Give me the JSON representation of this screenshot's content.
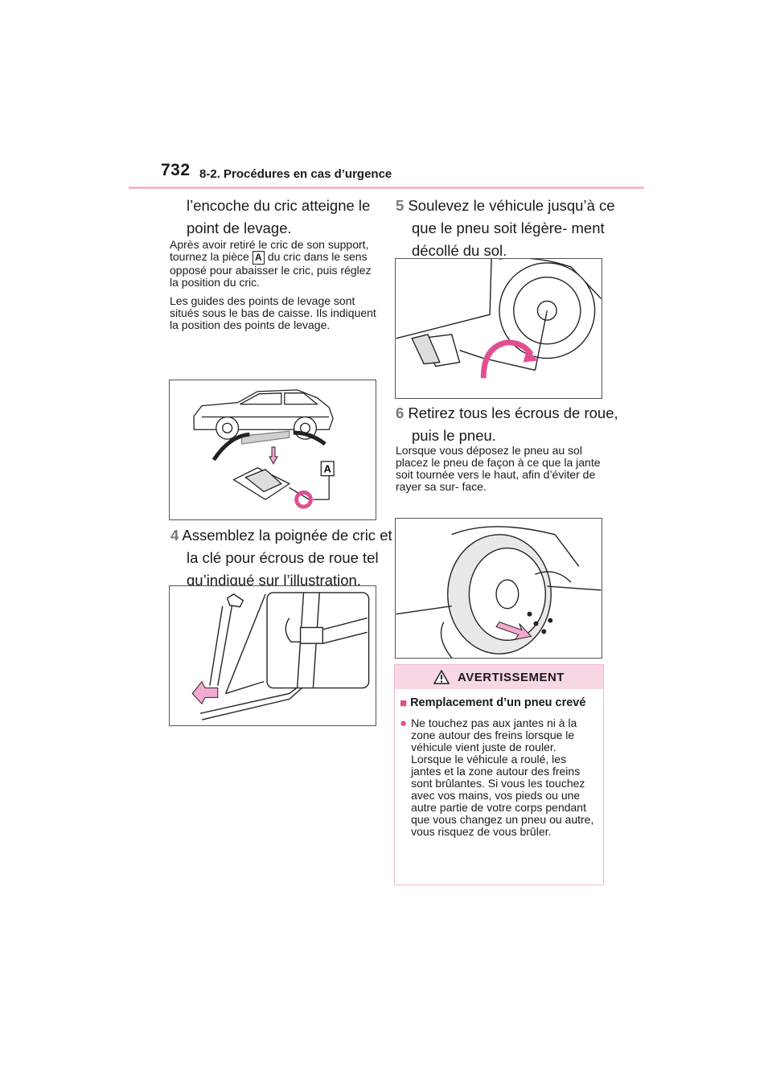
{
  "header": {
    "page_number": "732",
    "section": "8-2. Procédures en cas d’urgence"
  },
  "left": {
    "step3_cont": "l’encoche du cric atteigne le point de levage.",
    "note1_before": "Après avoir retiré le cric de son support, tournez la pièce",
    "note1_tag": "A",
    "note1_after": "du cric dans le sens opposé pour abaisser le cric, puis réglez la position du cric.",
    "note2": "Les guides des points de levage sont situés sous le bas de caisse. Ils indiquent la position des points de levage.",
    "fig1_label": "A",
    "step4_num": "4",
    "step4_text": "Assemblez la poignée de cric et la clé pour écrous de roue tel qu’indiqué sur l’illustration."
  },
  "right": {
    "step5_num": "5",
    "step5_text": "Soulevez le véhicule jusqu’à ce que le pneu soit légère- ment décollé du sol.",
    "step6_num": "6",
    "step6_text": "Retirez tous les écrous de roue, puis le pneu.",
    "note3": "Lorsque vous déposez le pneu au sol placez le pneu de façon à ce que la jante soit tournée vers le haut, afin d’éviter de rayer sa sur- face."
  },
  "warning": {
    "title": "AVERTISSEMENT",
    "subtitle": "Remplacement d’un pneu crevé",
    "body": "Ne touchez pas aux jantes ni à la zone autour des freins lorsque le véhicule vient juste de rouler.\nLorsque le véhicule a roulé, les jantes et la zone autour des freins sont brûlantes. Si vous les touchez avec vos mains, vos pieds ou une autre partie de votre corps pendant que vous changez un pneu ou autre, vous risquez de vous brûler."
  },
  "colors": {
    "accent_pink": "#e24f91",
    "rule_pink": "#f2b8d2",
    "arrow_fill": "#f4a9cf"
  },
  "icons": [
    "warning-triangle-icon",
    "square-bullet-icon",
    "circle-bullet-icon"
  ]
}
